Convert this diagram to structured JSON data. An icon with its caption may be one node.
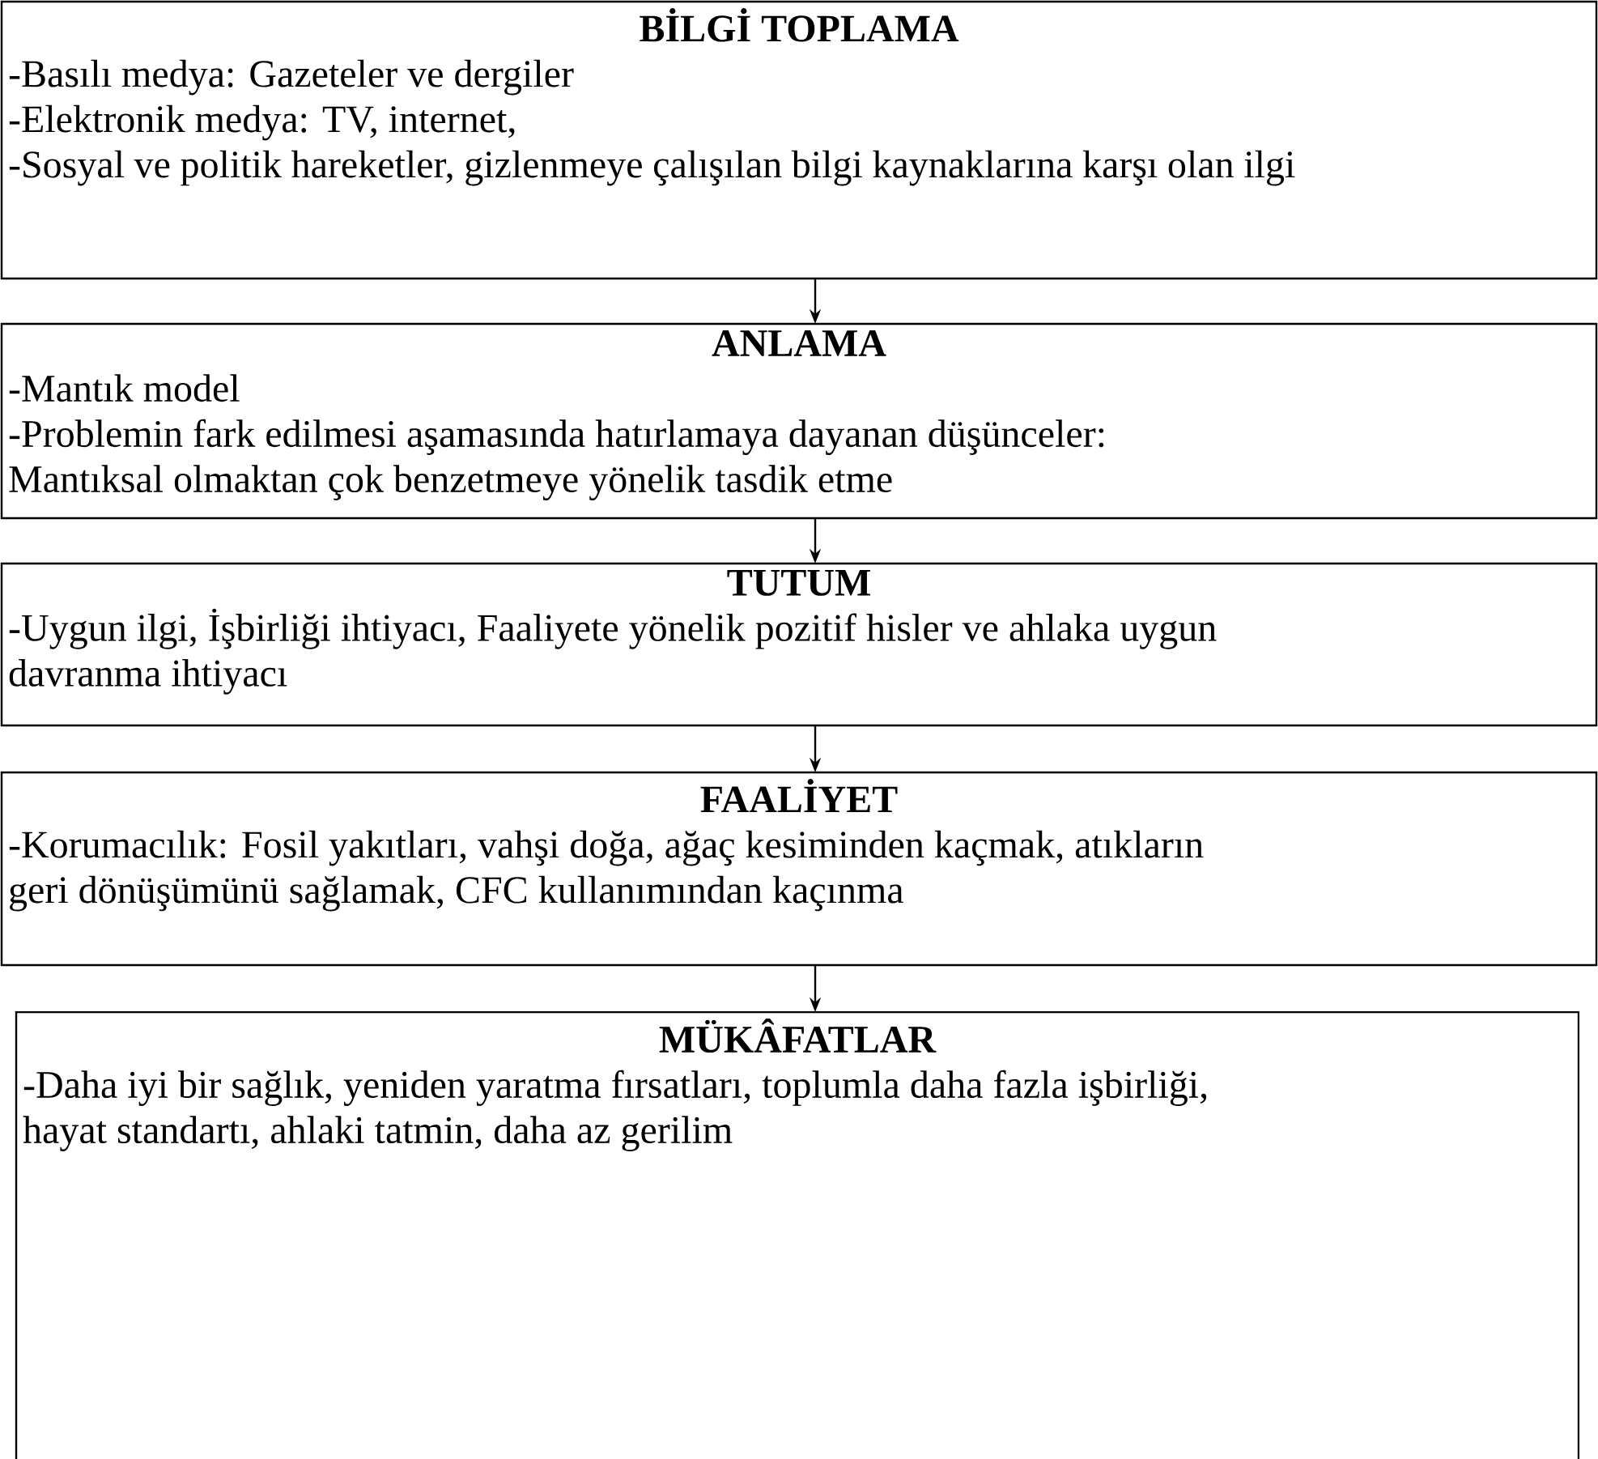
{
  "diagram": {
    "nodes": [
      {
        "text": [
          "BİLGİ TOPLAMA",
          "-Basılı medya: Gazeteler ve dergiler",
          "-Elektronik medya: TV, internet,",
          "-Sosyal ve politik hareketler, gizlenmeye çalışılan bilgi kaynaklarına karşı olan ilgi"
        ]
      },
      {
        "text": [
          "ANLAMA",
          "-Mantık model",
          "-Problemin fark edilmesi aşamasında hatırlamaya dayanan düşünceler: Mantıksal olmaktan çok benzetmeye yönelik tasdik etme"
        ]
      },
      {
        "text": [
          "TUTUM",
          "-Uygun ilgi, İşbirliği ihtiyacı, Faaliyete yönelik pozitif hisler ve ahlaka uygun davranma ihtiyacı"
        ]
      },
      {
        "text": [
          "FAALİYET",
          "-Korumacılık: Fosil yakıtları, vahşi doğa, ağaç kesiminden kaçmak, atıkların geri dönüşümünü sağlamak, CFC kullanımından kaçınma"
        ]
      },
      {
        "text": [
          "MÜKÂFATLAR",
          "-Daha iyi bir sağlık, yeniden yaratma fırsatları, toplumla daha fazla işbirliği, hayat standartı, ahlaki tatmin, daha az gerilim"
        ]
      }
    ],
    "edges": [
      {
        "from": 0,
        "to": 1,
        "arrow": "to"
      },
      {
        "from": 1,
        "to": 2,
        "arrow": "to"
      },
      {
        "from": 2,
        "to": 3,
        "arrow": "to"
      },
      {
        "from": 3,
        "to": 4,
        "arrow": "to"
      }
    ]
  }
}
